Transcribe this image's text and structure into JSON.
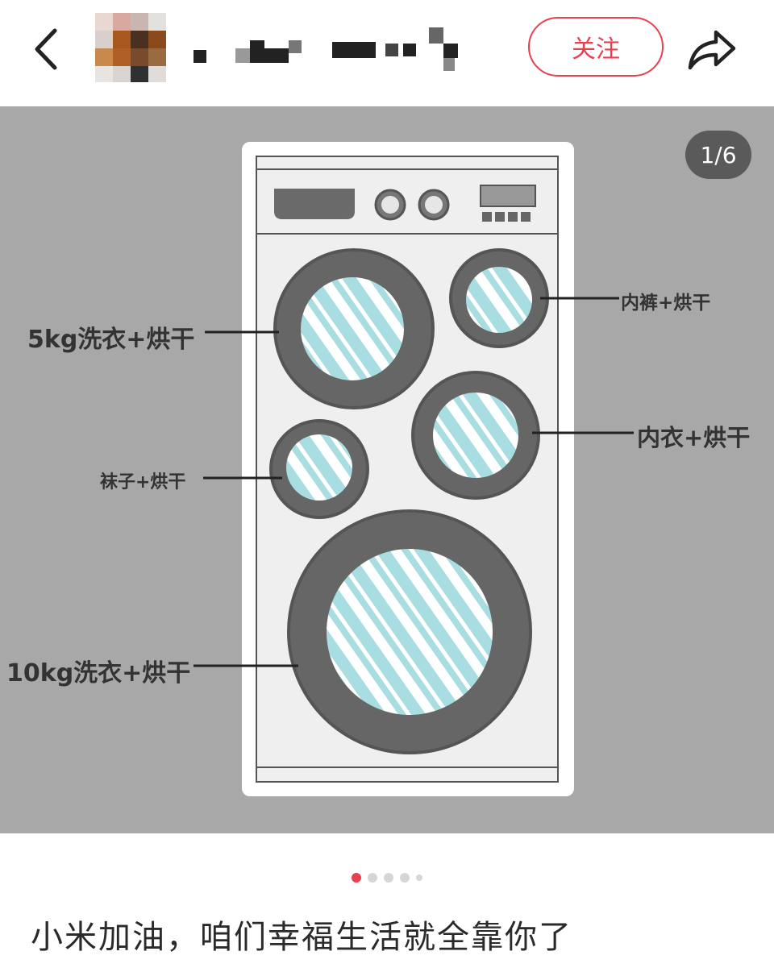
{
  "header": {
    "follow_label": "关注",
    "back_icon": "chevron-left-icon",
    "share_icon": "share-arrow-icon"
  },
  "viewer": {
    "counter": "1/6",
    "labels": {
      "drum_5kg": "5kg洗衣+烘干",
      "underpants": "内裤+烘干",
      "underwear": "内衣+烘干",
      "socks": "袜子+烘干",
      "drum_10kg": "10kg洗衣+烘干"
    },
    "page_dots": {
      "count": 5,
      "active_index": 0
    }
  },
  "post": {
    "caption": "小米加油，咱们幸福生活就全靠你了"
  },
  "colors": {
    "accent": "#e8404f",
    "glass": "#a8dde2",
    "ring": "#666666"
  }
}
